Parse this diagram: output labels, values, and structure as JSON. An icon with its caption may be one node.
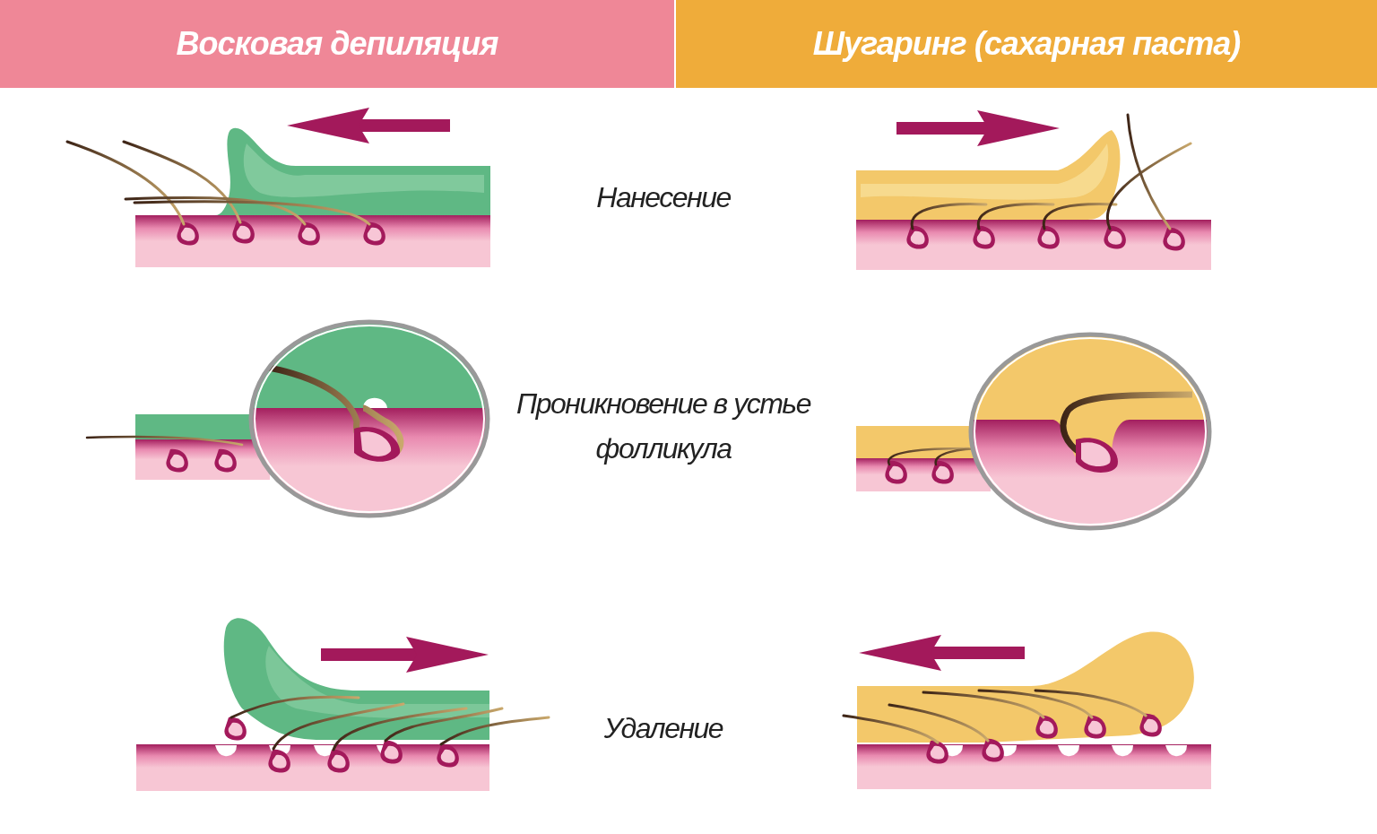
{
  "diagram": {
    "nodes": [
      {
        "text": [
          "Восковая депиляция"
        ]
      },
      {
        "text": [
          "Шугаринг (сахарная паста)"
        ]
      }
    ],
    "labels": [
      "Нанесение",
      "Проникновение в устье фолликула",
      "Удаление"
    ]
  }
}
